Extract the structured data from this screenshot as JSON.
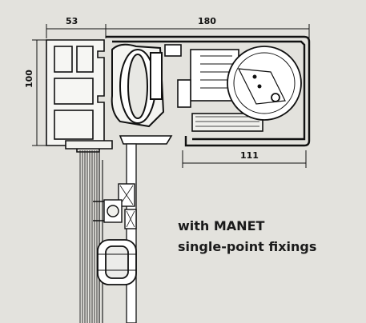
{
  "dimensions": {
    "width_53": "53",
    "width_180": "180",
    "width_111": "111",
    "height_100": "100"
  },
  "caption": {
    "line1": "with MANET",
    "line2": "single-point fixings"
  }
}
